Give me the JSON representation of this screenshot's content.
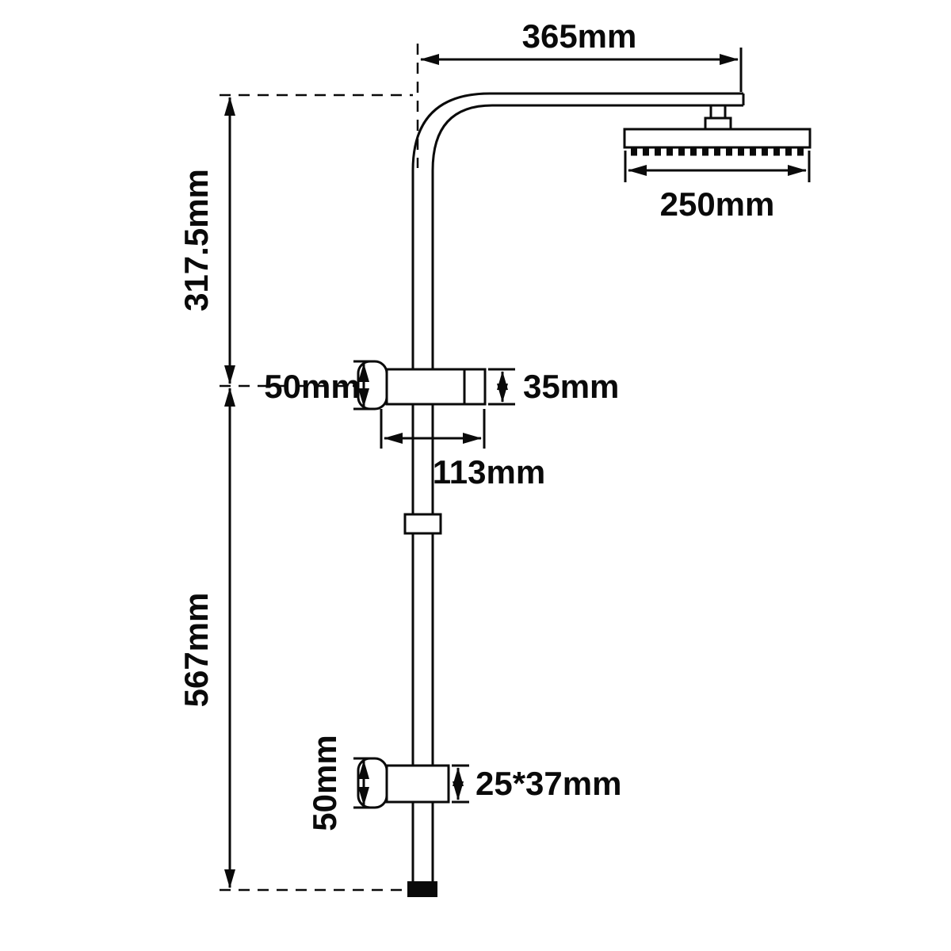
{
  "title": "Shower rail set dimension diagram",
  "dimensions": {
    "arm_length": "365mm",
    "head_width": "250mm",
    "upper_section_height": "317.5mm",
    "middle_bracket_depth": "50mm",
    "middle_bracket_height": "35mm",
    "middle_bracket_length": "113mm",
    "lower_section_height": "567mm",
    "bottom_bracket_depth": "50mm",
    "bottom_bracket_size": "25*37mm"
  },
  "colors": {
    "line": "#0a0a0a",
    "background": "#ffffff"
  }
}
